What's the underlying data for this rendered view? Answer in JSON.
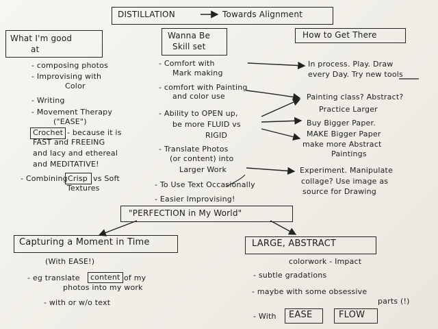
{
  "title": "DISTILLATION",
  "title_suffix": "Towards Alignment",
  "col_good": {
    "heading_1": "What I'm good",
    "heading_2": "at",
    "items": [
      "- composing photos",
      "- Improvising with",
      "Color",
      "- Writing",
      "- Movement Therapy",
      "(\"EASE\")",
      "Crochet",
      "- because it is",
      "FAST and FREEING",
      "and lacy and ethereal",
      "and MEDITATIVE!",
      "- Combining",
      "Crisp",
      "vs Soft",
      "Textures"
    ]
  },
  "col_wannabe": {
    "heading_1": "Wanna Be",
    "heading_2": "Skill set",
    "items": [
      "- Comfort with",
      "Mark making",
      "- comfort with Painting",
      "and color use",
      "- Ability to OPEN up,",
      "be more FLUID vs",
      "RIGID",
      "- Translate Photos",
      "(or content) into",
      "Larger Work",
      "- To Use Text Occasionally",
      "- Easier Improvising!"
    ]
  },
  "col_howto": {
    "heading": "How to Get There",
    "items": [
      "In process. Play. Draw",
      "every Day. Try new tools",
      "Painting class? Abstract?",
      "Practice Larger",
      "Buy Bigger Paper.",
      "MAKE Bigger Paper",
      "make more Abstract",
      "Paintings",
      "Experiment. Manipulate",
      "collage? Use image as",
      "source for Drawing"
    ]
  },
  "perfection": "\"PERFECTION in My World\"",
  "left_goal": {
    "heading": "Capturing a Moment in Time",
    "sub": "(With EASE!)",
    "line1a": "- eg translate",
    "line1b": "content",
    "line1c": "of my",
    "line2": "photos into my work",
    "line3": "- with or w/o text"
  },
  "right_goal": {
    "heading": "LARGE, ABSTRACT",
    "sub": "colorwork - Impact",
    "line1": "- subtle gradations",
    "line2": "- maybe with some obsessive",
    "line3": "parts (!)",
    "line4": "- With",
    "ease": "EASE",
    "flow": "FLOW"
  }
}
